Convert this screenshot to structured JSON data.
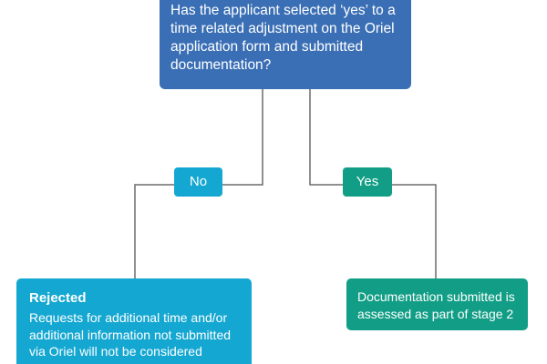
{
  "question": {
    "text": "Has the applicant selected ‘yes’ to a time related adjustment on the Oriel application form and submitted documentation?"
  },
  "branches": {
    "no_label": "No",
    "yes_label": "Yes"
  },
  "outcomes": {
    "rejected": {
      "title": "Rejected",
      "body": "Requests for additional time and/or additional information not submitted via Oriel will not be considered"
    },
    "assessed": {
      "body": "Documentation submitted is assessed as part of stage 2"
    }
  },
  "colors": {
    "question": "#3a6fb5",
    "no_branch": "#14a7d1",
    "yes_branch": "#129e86",
    "connector": "#6b6b6b"
  }
}
